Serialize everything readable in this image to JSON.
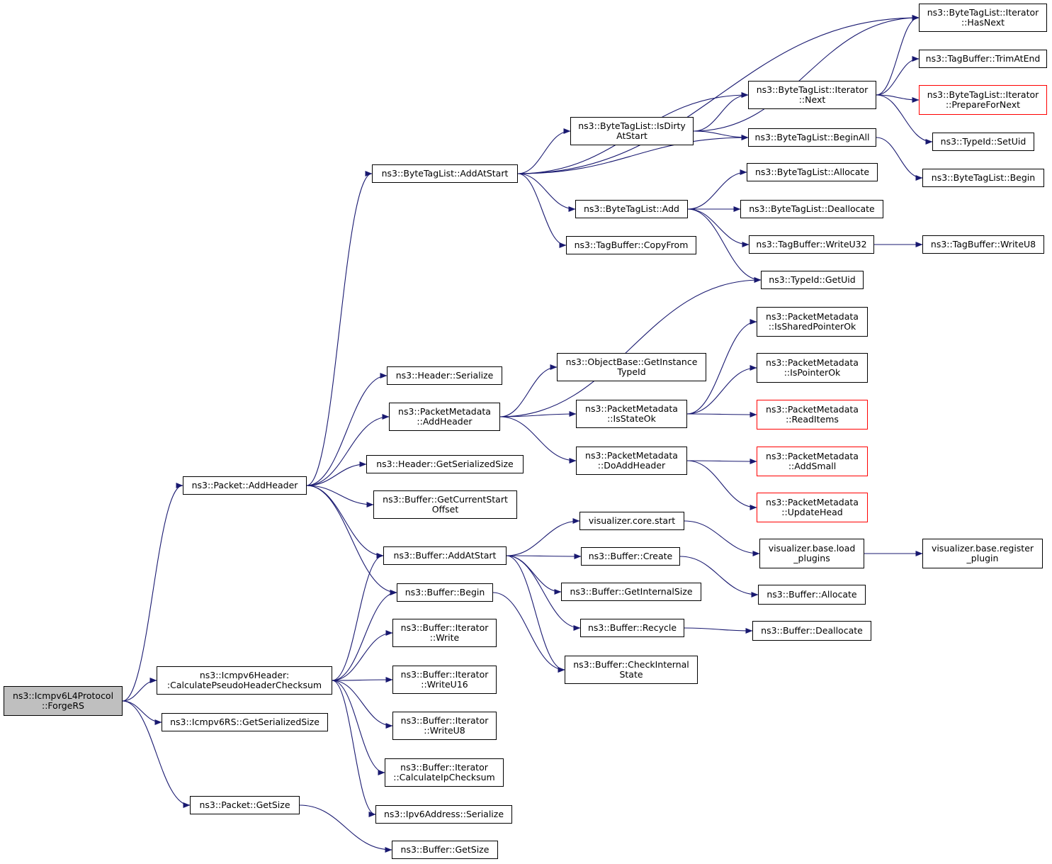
{
  "colors": {
    "edge": "#191970",
    "truncated_border": "#ff0000",
    "root_fill": "#bfbfbf"
  },
  "nodes": {
    "forge_rs": {
      "lines": [
        "ns3::Icmpv6L4Protocol",
        "::ForgeRS"
      ],
      "root": true
    },
    "packet_addheader": {
      "lines": [
        "ns3::Packet::AddHeader"
      ]
    },
    "calc_pseudo": {
      "lines": [
        "ns3::Icmpv6Header:",
        ":CalculatePseudoHeaderChecksum"
      ]
    },
    "rs_getsersize": {
      "lines": [
        "ns3::Icmpv6RS::GetSerializedSize"
      ]
    },
    "packet_getsize": {
      "lines": [
        "ns3::Packet::GetSize"
      ]
    },
    "btl_addatstart": {
      "lines": [
        "ns3::ByteTagList::AddAtStart"
      ]
    },
    "header_serialize": {
      "lines": [
        "ns3::Header::Serialize"
      ]
    },
    "pm_addheader": {
      "lines": [
        "ns3::PacketMetadata",
        "::AddHeader"
      ]
    },
    "header_getsersize": {
      "lines": [
        "ns3::Header::GetSerializedSize"
      ]
    },
    "buf_getcurstart": {
      "lines": [
        "ns3::Buffer::GetCurrentStart",
        "Offset"
      ]
    },
    "buf_addatstart": {
      "lines": [
        "ns3::Buffer::AddAtStart"
      ]
    },
    "buf_begin": {
      "lines": [
        "ns3::Buffer::Begin"
      ]
    },
    "it_write": {
      "lines": [
        "ns3::Buffer::Iterator",
        "::Write"
      ]
    },
    "it_writeu16": {
      "lines": [
        "ns3::Buffer::Iterator",
        "::WriteU16"
      ]
    },
    "it_writeu8": {
      "lines": [
        "ns3::Buffer::Iterator",
        "::WriteU8"
      ]
    },
    "it_calcip": {
      "lines": [
        "ns3::Buffer::Iterator",
        "::CalculateIpChecksum"
      ]
    },
    "ipv6_serialize": {
      "lines": [
        "ns3::Ipv6Address::Serialize"
      ]
    },
    "buf_getsize": {
      "lines": [
        "ns3::Buffer::GetSize"
      ]
    },
    "btl_isdirty": {
      "lines": [
        "ns3::ByteTagList::IsDirty",
        "AtStart"
      ]
    },
    "btl_add": {
      "lines": [
        "ns3::ByteTagList::Add"
      ]
    },
    "tb_copyfrom": {
      "lines": [
        "ns3::TagBuffer::CopyFrom"
      ]
    },
    "ob_getinst": {
      "lines": [
        "ns3::ObjectBase::GetInstance",
        "TypeId"
      ]
    },
    "pm_isstateok": {
      "lines": [
        "ns3::PacketMetadata",
        "::IsStateOk"
      ]
    },
    "pm_doaddheader": {
      "lines": [
        "ns3::PacketMetadata",
        "::DoAddHeader"
      ]
    },
    "viz_core_start": {
      "lines": [
        "visualizer.core.start"
      ]
    },
    "buf_create": {
      "lines": [
        "ns3::Buffer::Create"
      ]
    },
    "buf_getinternal": {
      "lines": [
        "ns3::Buffer::GetInternalSize"
      ]
    },
    "buf_recycle": {
      "lines": [
        "ns3::Buffer::Recycle"
      ]
    },
    "buf_checkinternal": {
      "lines": [
        "ns3::Buffer::CheckInternal",
        "State"
      ]
    },
    "btli_hasnext": {
      "lines": [
        "ns3::ByteTagList::Iterator",
        "::HasNext"
      ]
    },
    "tb_trimatend": {
      "lines": [
        "ns3::TagBuffer::TrimAtEnd"
      ]
    },
    "btli_next": {
      "lines": [
        "ns3::ByteTagList::Iterator",
        "::Next"
      ]
    },
    "btli_prepare": {
      "lines": [
        "ns3::ByteTagList::Iterator",
        "::PrepareForNext"
      ],
      "truncated": true
    },
    "typeid_setuid": {
      "lines": [
        "ns3::TypeId::SetUid"
      ]
    },
    "btl_beginall": {
      "lines": [
        "ns3::ByteTagList::BeginAll"
      ]
    },
    "btl_begin": {
      "lines": [
        "ns3::ByteTagList::Begin"
      ]
    },
    "btl_allocate": {
      "lines": [
        "ns3::ByteTagList::Allocate"
      ]
    },
    "btl_deallocate": {
      "lines": [
        "ns3::ByteTagList::Deallocate"
      ]
    },
    "tb_writeu32": {
      "lines": [
        "ns3::TagBuffer::WriteU32"
      ]
    },
    "tb_writeu8": {
      "lines": [
        "ns3::TagBuffer::WriteU8"
      ]
    },
    "typeid_getuid": {
      "lines": [
        "ns3::TypeId::GetUid"
      ]
    },
    "pm_issharedptr": {
      "lines": [
        "ns3::PacketMetadata",
        "::IsSharedPointerOk"
      ]
    },
    "pm_isptrok": {
      "lines": [
        "ns3::PacketMetadata",
        "::IsPointerOk"
      ]
    },
    "pm_readitems": {
      "lines": [
        "ns3::PacketMetadata",
        "::ReadItems"
      ],
      "truncated": true
    },
    "pm_addsmall": {
      "lines": [
        "ns3::PacketMetadata",
        "::AddSmall"
      ],
      "truncated": true
    },
    "pm_updatehead": {
      "lines": [
        "ns3::PacketMetadata",
        "::UpdateHead"
      ],
      "truncated": true
    },
    "viz_base_load": {
      "lines": [
        "visualizer.base.load",
        "_plugins"
      ]
    },
    "viz_base_register": {
      "lines": [
        "visualizer.base.register",
        "_plugin"
      ]
    },
    "buf_allocate": {
      "lines": [
        "ns3::Buffer::Allocate"
      ]
    },
    "buf_deallocate": {
      "lines": [
        "ns3::Buffer::Deallocate"
      ]
    }
  },
  "edges": [
    [
      "forge_rs",
      "packet_addheader"
    ],
    [
      "forge_rs",
      "calc_pseudo"
    ],
    [
      "forge_rs",
      "rs_getsersize"
    ],
    [
      "forge_rs",
      "packet_getsize"
    ],
    [
      "packet_addheader",
      "btl_addatstart"
    ],
    [
      "packet_addheader",
      "header_serialize"
    ],
    [
      "packet_addheader",
      "pm_addheader"
    ],
    [
      "packet_addheader",
      "header_getsersize"
    ],
    [
      "packet_addheader",
      "buf_getcurstart"
    ],
    [
      "packet_addheader",
      "buf_addatstart"
    ],
    [
      "packet_addheader",
      "buf_begin"
    ],
    [
      "calc_pseudo",
      "buf_addatstart"
    ],
    [
      "calc_pseudo",
      "buf_begin"
    ],
    [
      "calc_pseudo",
      "it_write"
    ],
    [
      "calc_pseudo",
      "it_writeu16"
    ],
    [
      "calc_pseudo",
      "it_writeu8"
    ],
    [
      "calc_pseudo",
      "it_calcip"
    ],
    [
      "calc_pseudo",
      "ipv6_serialize"
    ],
    [
      "packet_getsize",
      "buf_getsize"
    ],
    [
      "btl_addatstart",
      "btli_hasnext"
    ],
    [
      "btl_addatstart",
      "btli_next"
    ],
    [
      "btl_addatstart",
      "btl_isdirty"
    ],
    [
      "btl_addatstart",
      "btl_beginall"
    ],
    [
      "btl_addatstart",
      "btl_add"
    ],
    [
      "btl_addatstart",
      "tb_copyfrom"
    ],
    [
      "btl_isdirty",
      "btli_next"
    ],
    [
      "btl_isdirty",
      "btl_beginall"
    ],
    [
      "btl_isdirty",
      "btli_hasnext"
    ],
    [
      "btli_next",
      "btli_hasnext"
    ],
    [
      "btli_next",
      "tb_trimatend"
    ],
    [
      "btli_next",
      "btli_prepare"
    ],
    [
      "btli_next",
      "typeid_setuid"
    ],
    [
      "btl_beginall",
      "btl_begin"
    ],
    [
      "btl_add",
      "btl_allocate"
    ],
    [
      "btl_add",
      "btl_deallocate"
    ],
    [
      "btl_add",
      "tb_writeu32"
    ],
    [
      "btl_add",
      "typeid_getuid"
    ],
    [
      "tb_writeu32",
      "tb_writeu8"
    ],
    [
      "pm_addheader",
      "typeid_getuid"
    ],
    [
      "pm_addheader",
      "ob_getinst"
    ],
    [
      "pm_addheader",
      "pm_isstateok"
    ],
    [
      "pm_addheader",
      "pm_doaddheader"
    ],
    [
      "pm_isstateok",
      "pm_issharedptr"
    ],
    [
      "pm_isstateok",
      "pm_isptrok"
    ],
    [
      "pm_isstateok",
      "pm_readitems"
    ],
    [
      "pm_doaddheader",
      "pm_addsmall"
    ],
    [
      "pm_doaddheader",
      "pm_updatehead"
    ],
    [
      "buf_addatstart",
      "viz_core_start"
    ],
    [
      "buf_addatstart",
      "buf_create"
    ],
    [
      "buf_addatstart",
      "buf_getinternal"
    ],
    [
      "buf_addatstart",
      "buf_recycle"
    ],
    [
      "buf_addatstart",
      "buf_checkinternal"
    ],
    [
      "buf_begin",
      "buf_checkinternal"
    ],
    [
      "viz_core_start",
      "viz_base_load"
    ],
    [
      "viz_base_load",
      "viz_base_register"
    ],
    [
      "buf_create",
      "buf_allocate"
    ],
    [
      "buf_recycle",
      "buf_deallocate"
    ]
  ]
}
